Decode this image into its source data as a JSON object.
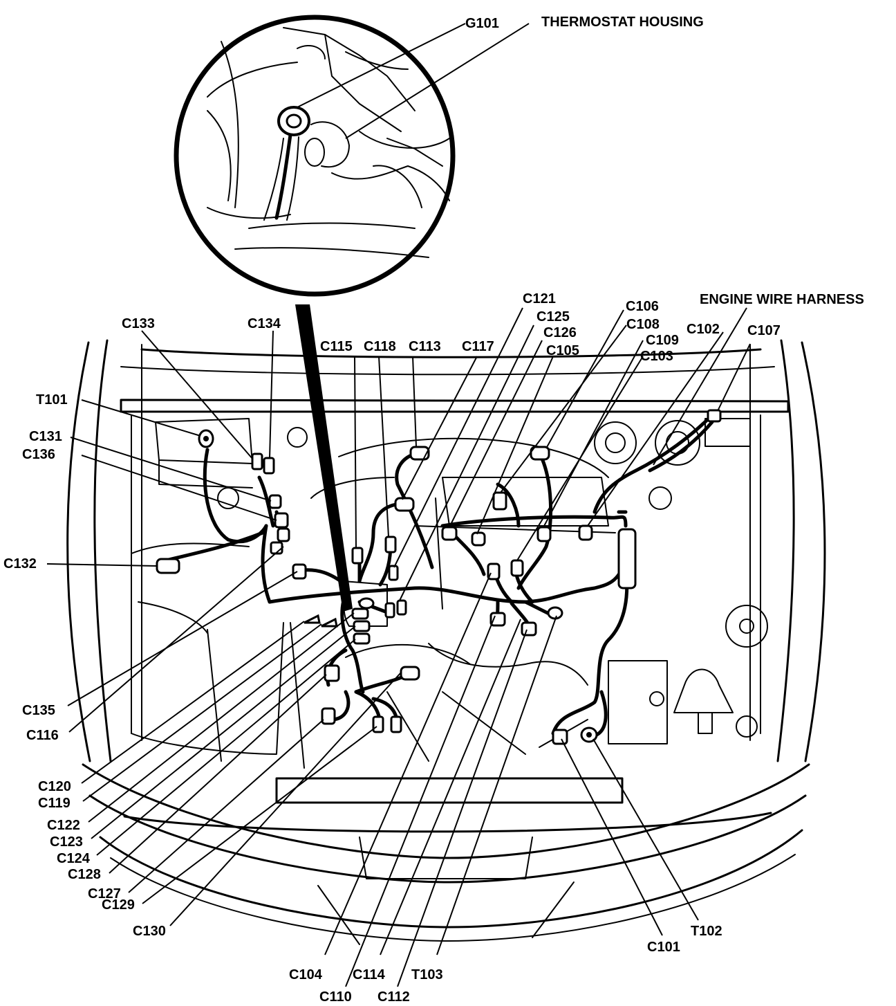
{
  "callouts": {
    "g101": "G101",
    "thermostat_housing": "THERMOSTAT HOUSING",
    "engine_wire_harness": "ENGINE WIRE HARNESS"
  },
  "connector_labels": {
    "c101": "C101",
    "c102": "C102",
    "c103": "C103",
    "c104": "C104",
    "c105": "C105",
    "c106": "C106",
    "c107": "C107",
    "c108": "C108",
    "c109": "C109",
    "c110": "C110",
    "c112": "C112",
    "c113": "C113",
    "c114": "C114",
    "c115": "C115",
    "c116": "C116",
    "c117": "C117",
    "c118": "C118",
    "c119": "C119",
    "c120": "C120",
    "c121": "C121",
    "c122": "C122",
    "c123": "C123",
    "c124": "C124",
    "c125": "C125",
    "c126": "C126",
    "c127": "C127",
    "c128": "C128",
    "c129": "C129",
    "c130": "C130",
    "c131": "C131",
    "c132": "C132",
    "c133": "C133",
    "c134": "C134",
    "c135": "C135",
    "c136": "C136"
  },
  "terminal_labels": {
    "t101": "T101",
    "t102": "T102",
    "t103": "T103"
  }
}
